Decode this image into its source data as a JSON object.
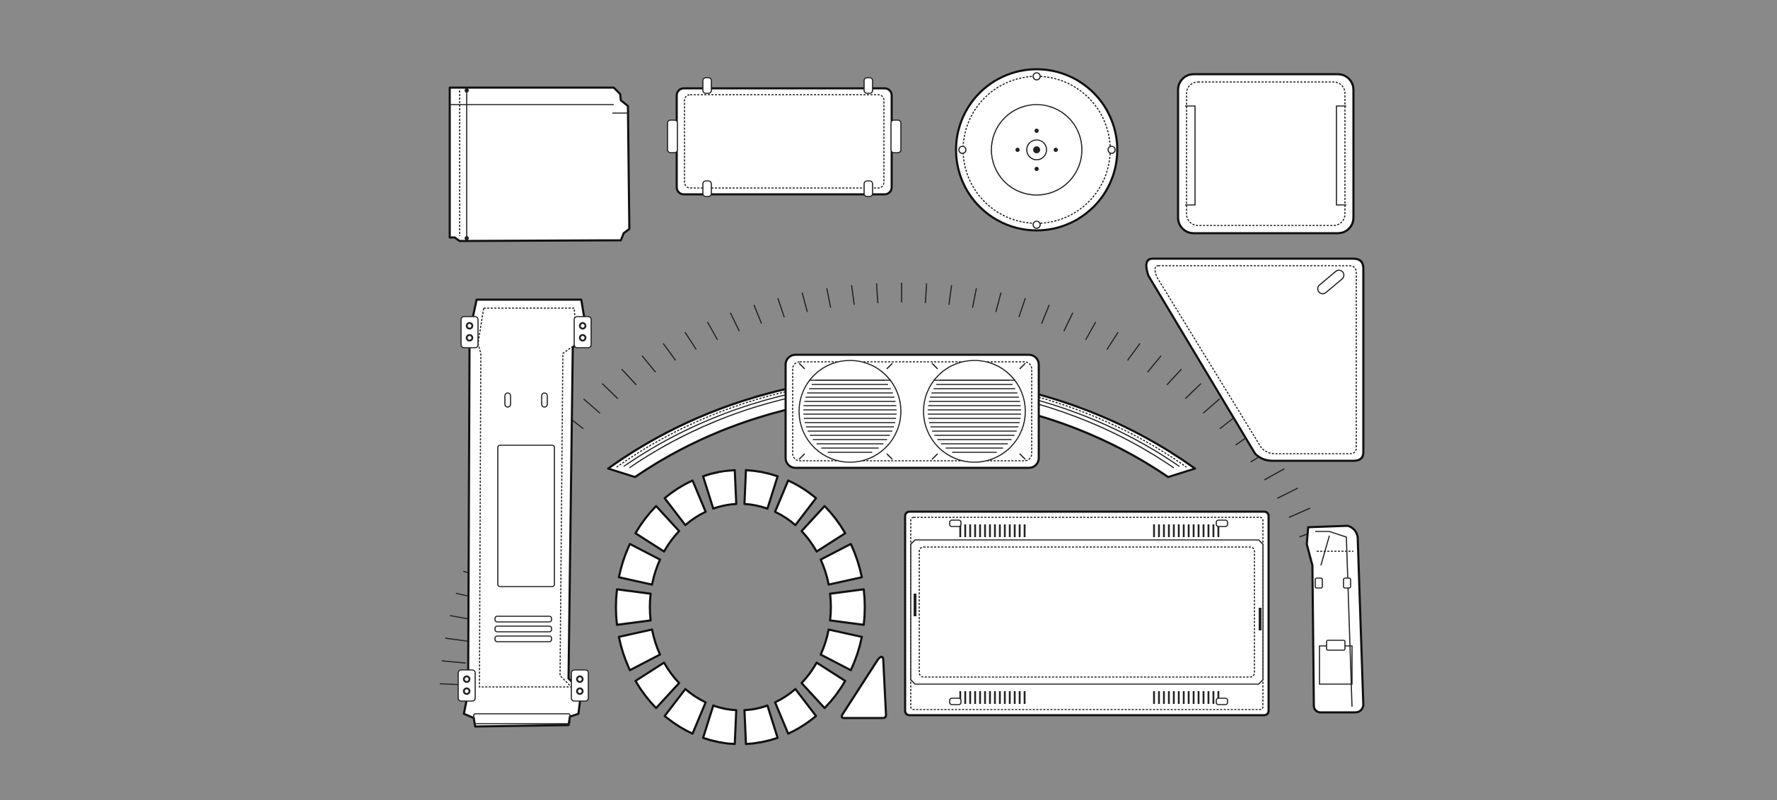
{
  "canvas": {
    "background": "#898989",
    "part_fill": "#ffffff",
    "outline": "#111111"
  },
  "parts": [
    "panel-square-folded",
    "panel-rectangle-clipped",
    "disc-plate",
    "panel-square-rounded",
    "arch-segmented",
    "panel-triangular",
    "panel-tall-spine",
    "fan-grille-plate",
    "segment-ring",
    "triangle-piece",
    "panel-vented-frame",
    "bracket-narrow"
  ]
}
